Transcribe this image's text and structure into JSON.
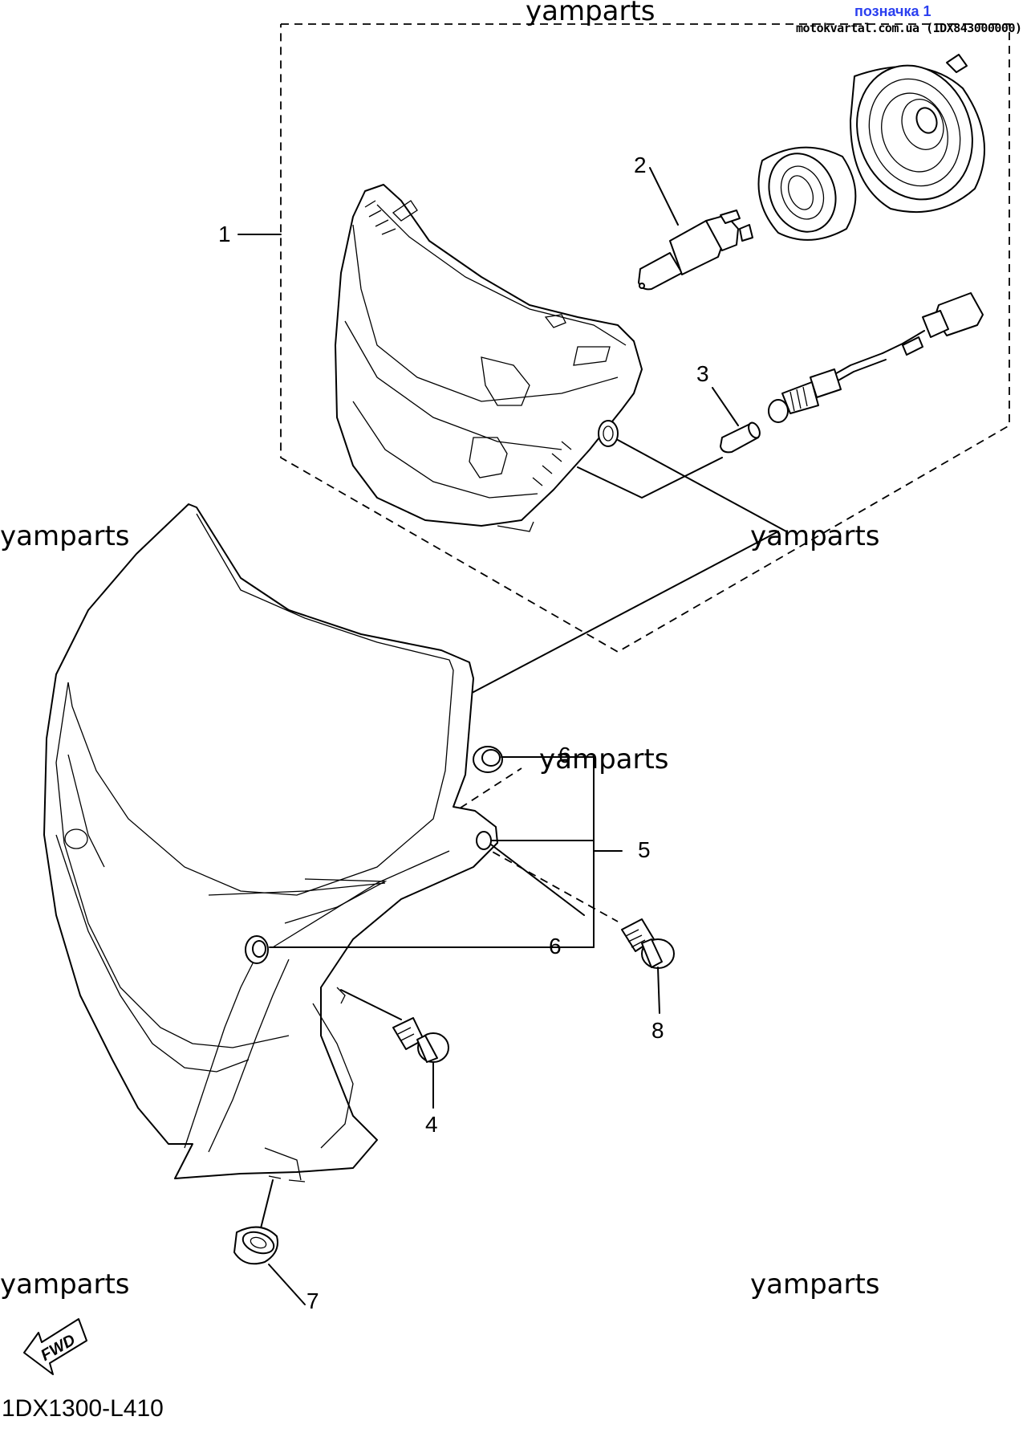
{
  "watermark": "yamparts",
  "header": {
    "mark_label": "позначка 1",
    "site_ref": "motokvartal.com.ua (1DX843000000)"
  },
  "callouts": {
    "c1": "1",
    "c2": "2",
    "c3": "3",
    "c4": "4",
    "c5": "5",
    "c6a": "6",
    "c6b": "6",
    "c7": "7",
    "c8": "8"
  },
  "fwd_label": "FWD",
  "diagram_code": "1DX1300-L410",
  "icons": {
    "fwd_arrow": "fwd-arrow-icon"
  }
}
